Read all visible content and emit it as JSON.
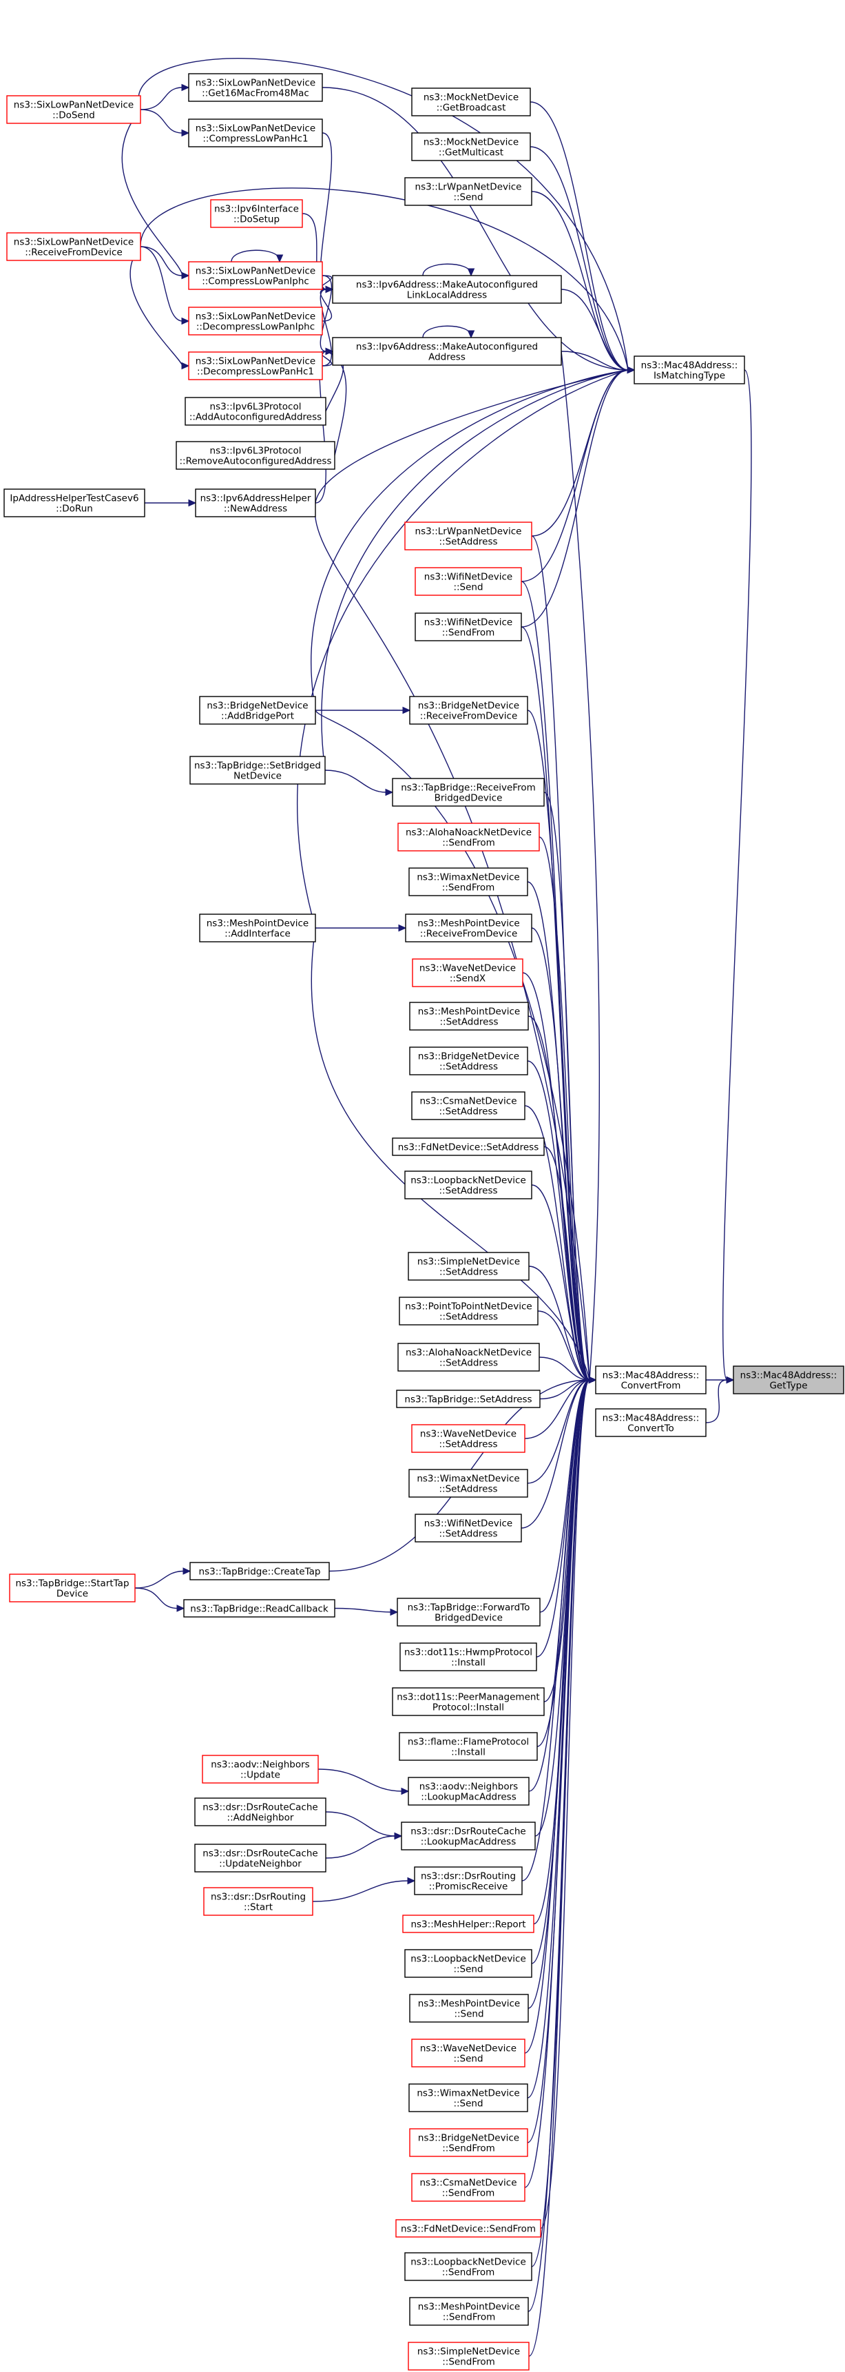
{
  "graph": {
    "colors": {
      "edge": "#191970",
      "focus_fill": "#bfbfbf",
      "red_border": "#ff0000",
      "black_border": "#000000"
    },
    "nodes": [
      {
        "id": "getType",
        "lines": [
          "ns3::Mac48Address::",
          "GetType"
        ],
        "style": "focus"
      },
      {
        "id": "convertFrom",
        "lines": [
          "ns3::Mac48Address::",
          "ConvertFrom"
        ],
        "style": "plain"
      },
      {
        "id": "convertTo",
        "lines": [
          "ns3::Mac48Address::",
          "ConvertTo"
        ],
        "style": "plain"
      },
      {
        "id": "isMatching",
        "lines": [
          "ns3::Mac48Address::",
          "IsMatchingType"
        ],
        "style": "plain"
      },
      {
        "id": "mockBroadcast",
        "lines": [
          "ns3::MockNetDevice",
          "::GetBroadcast"
        ],
        "style": "plain"
      },
      {
        "id": "mockMulticast",
        "lines": [
          "ns3::MockNetDevice",
          "::GetMulticast"
        ],
        "style": "plain"
      },
      {
        "id": "lrwpanSend",
        "lines": [
          "ns3::LrWpanNetDevice",
          "::Send"
        ],
        "style": "plain"
      },
      {
        "id": "linkLocal",
        "lines": [
          "ns3::Ipv6Address::MakeAutoconfigured",
          "LinkLocalAddress"
        ],
        "style": "plain"
      },
      {
        "id": "autoAddr",
        "lines": [
          "ns3::Ipv6Address::MakeAutoconfigured",
          "Address"
        ],
        "style": "plain"
      },
      {
        "id": "get16Mac",
        "lines": [
          "ns3::SixLowPanNetDevice",
          "::Get16MacFrom48Mac"
        ],
        "style": "plain"
      },
      {
        "id": "compressHc1",
        "lines": [
          "ns3::SixLowPanNetDevice",
          "::CompressLowPanHc1"
        ],
        "style": "plain"
      },
      {
        "id": "ipv6ifDoSetup",
        "lines": [
          "ns3::Ipv6Interface",
          "::DoSetup"
        ],
        "style": "red"
      },
      {
        "id": "compressIphc",
        "lines": [
          "ns3::SixLowPanNetDevice",
          "::CompressLowPanIphc"
        ],
        "style": "red"
      },
      {
        "id": "decompressIphc",
        "lines": [
          "ns3::SixLowPanNetDevice",
          "::DecompressLowPanIphc"
        ],
        "style": "red"
      },
      {
        "id": "decompressHc1",
        "lines": [
          "ns3::SixLowPanNetDevice",
          "::DecompressLowPanHc1"
        ],
        "style": "red"
      },
      {
        "id": "sixDoSend",
        "lines": [
          "ns3::SixLowPanNetDevice",
          "::DoSend"
        ],
        "style": "red"
      },
      {
        "id": "sixRecv",
        "lines": [
          "ns3::SixLowPanNetDevice",
          "::ReceiveFromDevice"
        ],
        "style": "red"
      },
      {
        "id": "l3Add",
        "lines": [
          "ns3::Ipv6L3Protocol",
          "::AddAutoconfiguredAddress"
        ],
        "style": "plain"
      },
      {
        "id": "l3Remove",
        "lines": [
          "ns3::Ipv6L3Protocol",
          "::RemoveAutoconfiguredAddress"
        ],
        "style": "plain"
      },
      {
        "id": "helperNew",
        "lines": [
          "ns3::Ipv6AddressHelper",
          "::NewAddress"
        ],
        "style": "plain"
      },
      {
        "id": "ipHelperTest",
        "lines": [
          "IpAddressHelperTestCasev6",
          "::DoRun"
        ],
        "style": "plain"
      },
      {
        "id": "lrwpanSetAddr",
        "lines": [
          "ns3::LrWpanNetDevice",
          "::SetAddress"
        ],
        "style": "red"
      },
      {
        "id": "wifiSend",
        "lines": [
          "ns3::WifiNetDevice",
          "::Send"
        ],
        "style": "red"
      },
      {
        "id": "wifiSendFrom",
        "lines": [
          "ns3::WifiNetDevice",
          "::SendFrom"
        ],
        "style": "plain"
      },
      {
        "id": "bridgeAddPort",
        "lines": [
          "ns3::BridgeNetDevice",
          "::AddBridgePort"
        ],
        "style": "plain"
      },
      {
        "id": "bridgeRecv",
        "lines": [
          "ns3::BridgeNetDevice",
          "::ReceiveFromDevice"
        ],
        "style": "plain"
      },
      {
        "id": "tapSetBridged",
        "lines": [
          "ns3::TapBridge::SetBridged",
          "NetDevice"
        ],
        "style": "plain"
      },
      {
        "id": "tapRecvFrom",
        "lines": [
          "ns3::TapBridge::ReceiveFrom",
          "BridgedDevice"
        ],
        "style": "plain"
      },
      {
        "id": "alohaSendFrom",
        "lines": [
          "ns3::AlohaNoackNetDevice",
          "::SendFrom"
        ],
        "style": "red"
      },
      {
        "id": "wimaxSendFrom",
        "lines": [
          "ns3::WimaxNetDevice",
          "::SendFrom"
        ],
        "style": "plain"
      },
      {
        "id": "meshAddIf",
        "lines": [
          "ns3::MeshPointDevice",
          "::AddInterface"
        ],
        "style": "plain"
      },
      {
        "id": "meshRecv",
        "lines": [
          "ns3::MeshPointDevice",
          "::ReceiveFromDevice"
        ],
        "style": "plain"
      },
      {
        "id": "waveSendX",
        "lines": [
          "ns3::WaveNetDevice",
          "::SendX"
        ],
        "style": "red"
      },
      {
        "id": "meshSetAddr",
        "lines": [
          "ns3::MeshPointDevice",
          "::SetAddress"
        ],
        "style": "plain"
      },
      {
        "id": "bridgeSetAddr",
        "lines": [
          "ns3::BridgeNetDevice",
          "::SetAddress"
        ],
        "style": "plain"
      },
      {
        "id": "csmaSetAddr",
        "lines": [
          "ns3::CsmaNetDevice",
          "::SetAddress"
        ],
        "style": "plain"
      },
      {
        "id": "fdSetAddr",
        "lines": [
          "ns3::FdNetDevice::SetAddress"
        ],
        "style": "plain"
      },
      {
        "id": "loopSetAddr",
        "lines": [
          "ns3::LoopbackNetDevice",
          "::SetAddress"
        ],
        "style": "plain"
      },
      {
        "id": "simpleSetAddr",
        "lines": [
          "ns3::SimpleNetDevice",
          "::SetAddress"
        ],
        "style": "plain"
      },
      {
        "id": "p2pSetAddr",
        "lines": [
          "ns3::PointToPointNetDevice",
          "::SetAddress"
        ],
        "style": "plain"
      },
      {
        "id": "alohaSetAddr",
        "lines": [
          "ns3::AlohaNoackNetDevice",
          "::SetAddress"
        ],
        "style": "plain"
      },
      {
        "id": "tapSetAddr",
        "lines": [
          "ns3::TapBridge::SetAddress"
        ],
        "style": "plain"
      },
      {
        "id": "waveSetAddr",
        "lines": [
          "ns3::WaveNetDevice",
          "::SetAddress"
        ],
        "style": "red"
      },
      {
        "id": "wimaxSetAddr",
        "lines": [
          "ns3::WimaxNetDevice",
          "::SetAddress"
        ],
        "style": "plain"
      },
      {
        "id": "wifiSetAddr",
        "lines": [
          "ns3::WifiNetDevice",
          "::SetAddress"
        ],
        "style": "plain"
      },
      {
        "id": "tapCreate",
        "lines": [
          "ns3::TapBridge::CreateTap"
        ],
        "style": "plain"
      },
      {
        "id": "tapStart",
        "lines": [
          "ns3::TapBridge::StartTap",
          "Device"
        ],
        "style": "red"
      },
      {
        "id": "tapReadCb",
        "lines": [
          "ns3::TapBridge::ReadCallback"
        ],
        "style": "plain"
      },
      {
        "id": "tapForward",
        "lines": [
          "ns3::TapBridge::ForwardTo",
          "BridgedDevice"
        ],
        "style": "plain"
      },
      {
        "id": "hwmpInstall",
        "lines": [
          "ns3::dot11s::HwmpProtocol",
          "::Install"
        ],
        "style": "plain"
      },
      {
        "id": "peerInstall",
        "lines": [
          "ns3::dot11s::PeerManagement",
          "Protocol::Install"
        ],
        "style": "plain"
      },
      {
        "id": "flameInstall",
        "lines": [
          "ns3::flame::FlameProtocol",
          "::Install"
        ],
        "style": "plain"
      },
      {
        "id": "aodvUpdate",
        "lines": [
          "ns3::aodv::Neighbors",
          "::Update"
        ],
        "style": "red"
      },
      {
        "id": "aodvLookup",
        "lines": [
          "ns3::aodv::Neighbors",
          "::LookupMacAddress"
        ],
        "style": "plain"
      },
      {
        "id": "dsrAddNb",
        "lines": [
          "ns3::dsr::DsrRouteCache",
          "::AddNeighbor"
        ],
        "style": "plain"
      },
      {
        "id": "dsrUpdNb",
        "lines": [
          "ns3::dsr::DsrRouteCache",
          "::UpdateNeighbor"
        ],
        "style": "plain"
      },
      {
        "id": "dsrLookup",
        "lines": [
          "ns3::dsr::DsrRouteCache",
          "::LookupMacAddress"
        ],
        "style": "plain"
      },
      {
        "id": "dsrStart",
        "lines": [
          "ns3::dsr::DsrRouting",
          "::Start"
        ],
        "style": "red"
      },
      {
        "id": "dsrPromisc",
        "lines": [
          "ns3::dsr::DsrRouting",
          "::PromiscReceive"
        ],
        "style": "plain"
      },
      {
        "id": "meshHelperReport",
        "lines": [
          "ns3::MeshHelper::Report"
        ],
        "style": "red"
      },
      {
        "id": "loopSend",
        "lines": [
          "ns3::LoopbackNetDevice",
          "::Send"
        ],
        "style": "plain"
      },
      {
        "id": "meshSend",
        "lines": [
          "ns3::MeshPointDevice",
          "::Send"
        ],
        "style": "plain"
      },
      {
        "id": "waveSend",
        "lines": [
          "ns3::WaveNetDevice",
          "::Send"
        ],
        "style": "red"
      },
      {
        "id": "wimaxSend",
        "lines": [
          "ns3::WimaxNetDevice",
          "::Send"
        ],
        "style": "plain"
      },
      {
        "id": "bridgeSendFrom",
        "lines": [
          "ns3::BridgeNetDevice",
          "::SendFrom"
        ],
        "style": "red"
      },
      {
        "id": "csmaSendFrom",
        "lines": [
          "ns3::CsmaNetDevice",
          "::SendFrom"
        ],
        "style": "red"
      },
      {
        "id": "fdSendFrom",
        "lines": [
          "ns3::FdNetDevice::SendFrom"
        ],
        "style": "red"
      },
      {
        "id": "loopSendFrom",
        "lines": [
          "ns3::LoopbackNetDevice",
          "::SendFrom"
        ],
        "style": "plain"
      },
      {
        "id": "meshSendFrom",
        "lines": [
          "ns3::MeshPointDevice",
          "::SendFrom"
        ],
        "style": "plain"
      },
      {
        "id": "simpleSendFrom",
        "lines": [
          "ns3::SimpleNetDevice",
          "::SendFrom"
        ],
        "style": "red"
      }
    ],
    "edges": [
      [
        "convertFrom",
        "getType"
      ],
      [
        "convertTo",
        "getType"
      ],
      [
        "isMatching",
        "getType"
      ],
      [
        "mockBroadcast",
        "isMatching"
      ],
      [
        "mockMulticast",
        "isMatching"
      ],
      [
        "lrwpanSend",
        "isMatching"
      ],
      [
        "linkLocal",
        "isMatching"
      ],
      [
        "autoAddr",
        "isMatching"
      ],
      [
        "get16Mac",
        "isMatching"
      ],
      [
        "sixDoSend",
        "isMatching"
      ],
      [
        "sixRecv",
        "isMatching"
      ],
      [
        "ipv6ifDoSetup",
        "linkLocal"
      ],
      [
        "compressHc1",
        "linkLocal"
      ],
      [
        "compressIphc",
        "linkLocal"
      ],
      [
        "decompressIphc",
        "linkLocal"
      ],
      [
        "decompressHc1",
        "linkLocal"
      ],
      [
        "linkLocal",
        "linkLocal"
      ],
      [
        "autoAddr",
        "autoAddr"
      ],
      [
        "compressIphc",
        "compressIphc"
      ],
      [
        "compressIphc",
        "autoAddr"
      ],
      [
        "decompressHc1",
        "autoAddr"
      ],
      [
        "l3Add",
        "autoAddr"
      ],
      [
        "l3Remove",
        "autoAddr"
      ],
      [
        "helperNew",
        "autoAddr"
      ],
      [
        "helperNew",
        "isMatching"
      ],
      [
        "ipHelperTest",
        "helperNew"
      ],
      [
        "sixDoSend",
        "get16Mac"
      ],
      [
        "sixDoSend",
        "compressHc1"
      ],
      [
        "sixDoSend",
        "compressIphc"
      ],
      [
        "sixRecv",
        "compressIphc"
      ],
      [
        "sixRecv",
        "decompressIphc"
      ],
      [
        "sixRecv",
        "decompressHc1"
      ],
      [
        "lrwpanSetAddr",
        "isMatching"
      ],
      [
        "wifiSend",
        "isMatching"
      ],
      [
        "wifiSendFrom",
        "isMatching"
      ],
      [
        "bridgeAddPort",
        "isMatching"
      ],
      [
        "bridgeAddPort",
        "bridgeRecv"
      ],
      [
        "tapSetBridged",
        "isMatching"
      ],
      [
        "tapSetBridged",
        "tapRecvFrom"
      ],
      [
        "meshAddIf",
        "meshRecv"
      ],
      [
        "meshAddIf",
        "isMatching"
      ],
      [
        "autoAddr",
        "convertFrom"
      ],
      [
        "helperNew",
        "convertFrom"
      ],
      [
        "lrwpanSetAddr",
        "convertFrom"
      ],
      [
        "wifiSend",
        "convertFrom"
      ],
      [
        "wifiSendFrom",
        "convertFrom"
      ],
      [
        "bridgeAddPort",
        "convertFrom"
      ],
      [
        "bridgeRecv",
        "convertFrom"
      ],
      [
        "tapRecvFrom",
        "convertFrom"
      ],
      [
        "alohaSendFrom",
        "convertFrom"
      ],
      [
        "wimaxSendFrom",
        "convertFrom"
      ],
      [
        "meshRecv",
        "convertFrom"
      ],
      [
        "waveSendX",
        "convertFrom"
      ],
      [
        "meshSetAddr",
        "convertFrom"
      ],
      [
        "bridgeSetAddr",
        "convertFrom"
      ],
      [
        "csmaSetAddr",
        "convertFrom"
      ],
      [
        "fdSetAddr",
        "convertFrom"
      ],
      [
        "loopSetAddr",
        "convertFrom"
      ],
      [
        "meshAddIf",
        "convertFrom"
      ],
      [
        "simpleSetAddr",
        "convertFrom"
      ],
      [
        "p2pSetAddr",
        "convertFrom"
      ],
      [
        "alohaSetAddr",
        "convertFrom"
      ],
      [
        "tapSetAddr",
        "convertFrom"
      ],
      [
        "waveSetAddr",
        "convertFrom"
      ],
      [
        "wimaxSetAddr",
        "convertFrom"
      ],
      [
        "wifiSetAddr",
        "convertFrom"
      ],
      [
        "tapCreate",
        "convertFrom"
      ],
      [
        "tapStart",
        "tapCreate"
      ],
      [
        "tapStart",
        "tapReadCb"
      ],
      [
        "tapReadCb",
        "tapForward"
      ],
      [
        "tapForward",
        "convertFrom"
      ],
      [
        "hwmpInstall",
        "convertFrom"
      ],
      [
        "peerInstall",
        "convertFrom"
      ],
      [
        "flameInstall",
        "convertFrom"
      ],
      [
        "aodvUpdate",
        "aodvLookup"
      ],
      [
        "aodvLookup",
        "convertFrom"
      ],
      [
        "dsrAddNb",
        "dsrLookup"
      ],
      [
        "dsrUpdNb",
        "dsrLookup"
      ],
      [
        "dsrLookup",
        "convertFrom"
      ],
      [
        "dsrStart",
        "dsrPromisc"
      ],
      [
        "dsrPromisc",
        "convertFrom"
      ],
      [
        "meshHelperReport",
        "convertFrom"
      ],
      [
        "loopSend",
        "convertFrom"
      ],
      [
        "meshSend",
        "convertFrom"
      ],
      [
        "waveSend",
        "convertFrom"
      ],
      [
        "wimaxSend",
        "convertFrom"
      ],
      [
        "bridgeSendFrom",
        "convertFrom"
      ],
      [
        "csmaSendFrom",
        "convertFrom"
      ],
      [
        "fdSendFrom",
        "convertFrom"
      ],
      [
        "loopSendFrom",
        "convertFrom"
      ],
      [
        "meshSendFrom",
        "convertFrom"
      ],
      [
        "simpleSendFrom",
        "convertFrom"
      ]
    ]
  }
}
